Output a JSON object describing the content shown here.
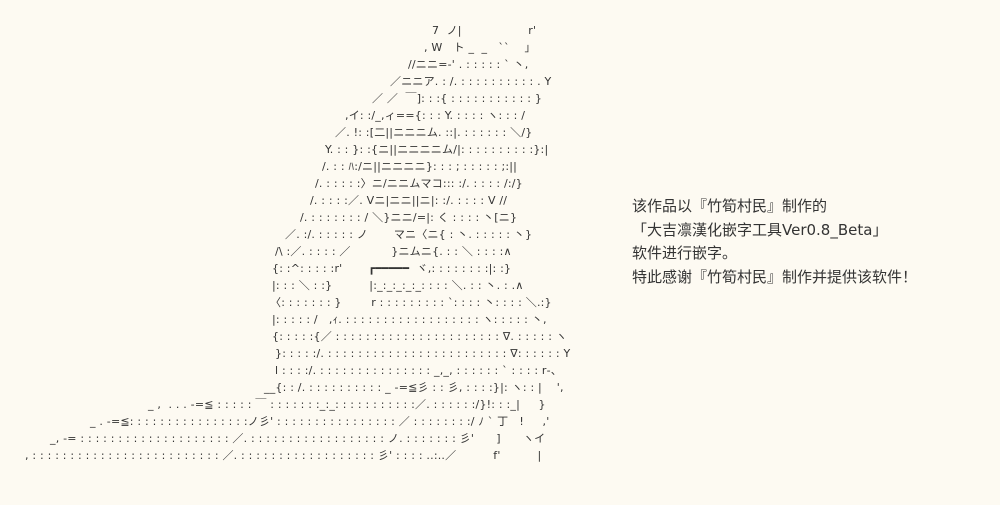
{
  "ascii_art": {
    "lines": [
      "7  ノ|                  r'",
      ", W   ト _  _   ``    」",
      "//ニニ=-' . : : : : : ` 丶,",
      "／ニニア. : /. : : : : : : : : : : . Y",
      "／ ／  ￣]: : :{ : : : : : : : : : : : }",
      ",イ: :/_,ィ=={: : : Y. : : : : ヽ: : : /",
      "／. !: :[二||ニニニム. ::|. : : : : : : ＼/}",
      "Y. : : }: :{ニ||ニニニニム/|: : : : : : : : : :}:|",
      "/. : : ﾊ:/ニ||ニニニニ}: : : ; : : : : : ;:||",
      "/. : : : : :〉ニ/ニニムマコ::: :/. : : : : /:/}",
      "/. : : : :／. Vニ|ニニ||ニ|: :/. : : : : V //",
      "/. : : : : : : : / ＼}ニニ/=|: く : : : : 丶[ニ}",
      "／. :/. : : : : : ノ       マニ〈ニ{ : 丶. : : : : : 丶}",
      "/\\ :／. : : : : ／           }ニムニ{. : : ＼ : : : :∧",
      "{: :^: : : : :r'       ┏━━━━━  ヾ,: : : : : : : :|: :}",
      "|: : : ＼ : :}          |:_:_:_:_:_: : : : ＼. : : 丶. : .∧",
      "〈: : : : : : : }        r : : : : : : : : : `: : : : 丶: : : : ＼.:}",
      "|: : : : : /   ,ｨ. : : : : : : : : : : : : : : : : : : ヽ: : : : : 丶,",
      "{: : : : :{／ : : : : : : : : : : : : : : : : : : : : : : ∇. : : : : : ヽ",
      "}: : : : :/. : : : : : : : : : : : : : : : : : : : : : : : : ∇: : : : : : Y",
      "l : : : :/. : : : : : : : : : : : : : : : _,_, : : : : : : ` : : : : r‐、",
      "__{: : /. : : : : : : : : : : _ -=≦彡 : : 彡, : : : :}|: ヽ: : |    ',",
      "_ ,  . . . -=≦ : : : : : ￣ : : : : : : :_:_: : : : : : : : : : :／. : : : : : :/}!: : :_|     }",
      "_ . -=≦: : : : : : : : : : : : : : : :ノ彡' : : : : : : : : : : : : : : : : ／ : : : : : : : :/ ﾉ ` 丁   !     ,'",
      "_, -= : : : : : : : : : : : : : : : : : : : : ／. : : : : : : : : : : : : : : : : : : ノ. : : : : : : : 彡'      ]      ヽイ",
      ", : : : : : : : : : : : : : : : : : : : : : : : : : ／. : : : : : : : : : : : : : : : : : : 彡' : : : : ..:..／          f'          |"
    ]
  },
  "credit": {
    "line1": "该作品以『竹筍村民』制作的",
    "line2": "「大吉凛漢化嵌字工具Ver0.8_Beta」",
    "line3": "软件进行嵌字。",
    "line4": "特此感谢『竹筍村民』制作并提供该软件！"
  }
}
